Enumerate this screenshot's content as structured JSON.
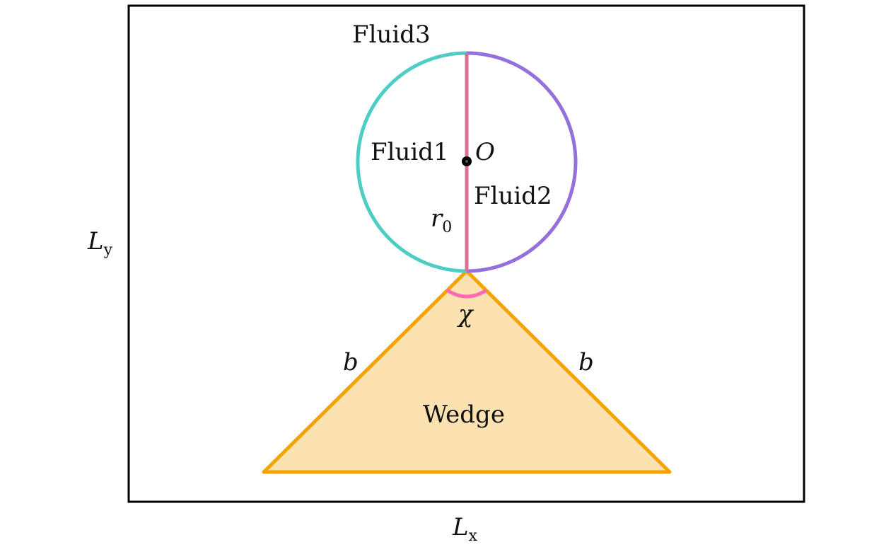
{
  "domain_labels": {
    "fluid3": "Fluid3",
    "fluid1": "Fluid1",
    "fluid2": "Fluid2",
    "center": "O",
    "radius_main": "r",
    "radius_sub": "0",
    "angle": "χ",
    "side_left": "b",
    "side_right": "b",
    "wedge": "Wedge",
    "ly_main": "L",
    "ly_sub": "y",
    "lx_main": "L",
    "lx_sub": "x"
  },
  "colors": {
    "frame": "#000000",
    "fluid1_arc": "#4ECDC4",
    "fluid2_arc": "#9370DB",
    "interface_line": "#DB7093",
    "wedge_outline": "#F5A300",
    "wedge_fill": "#FCE2B0",
    "angle_arc": "#FF69B4",
    "center_dot": "#000000"
  }
}
